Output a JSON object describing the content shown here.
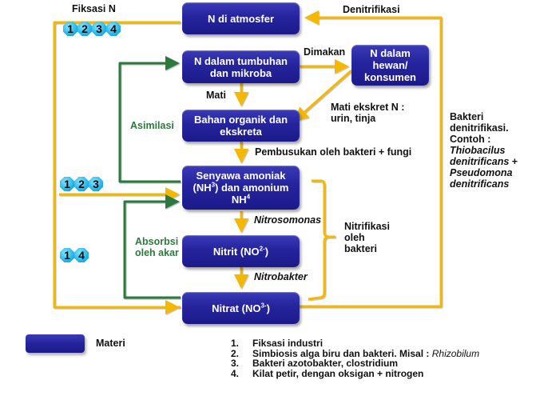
{
  "colors": {
    "box": "#25249c",
    "flow": "#f5b800",
    "assimilation": "#2c7a3c",
    "badge": "#2bb9ea"
  },
  "boxes": {
    "atmosphere": "N di atmosfer",
    "plants": "N dalam tumbuhan dan mikroba",
    "animals": "N dalam hewan/ konsumen",
    "organic": "Bahan organik dan ekskreta",
    "ammonia_line1": "Senyawa amoniak",
    "ammonia_line2a": "(NH",
    "ammonia_sup1": "3",
    "ammonia_line2b": ") dan amonium",
    "ammonia_line3": "NH",
    "ammonia_sup2": "4",
    "nitrite": "Nitrit (NO",
    "nitrite_sup": "2-",
    "nitrate": "Nitrat (NO",
    "nitrate_sup": "3-",
    "close_paren": ")"
  },
  "labels": {
    "fiksasi": "Fiksasi N",
    "denitrifikasi": "Denitrifikasi",
    "dimakan": "Dimakan",
    "mati": "Mati",
    "mati_ekskret": "Mati ekskret N : urin, tinja",
    "asimilasi": "Asimilasi",
    "pembusukan": "Pembusukan oleh bakteri + fungi",
    "nitrosomonas": "Nitrosomonas",
    "nitrobakter": "Nitrobakter",
    "absorbsi": "Absorbsi oleh akar",
    "nitrifikasi": "Nitrifikasi oleh bakteri",
    "denit_bacteria_1": "Bakteri denitrifikasi. Contoh :",
    "denit_bacteria_2": "Thiobacilus denitrificans",
    "denit_bacteria_plus": " +",
    "denit_bacteria_3": "Pseudomona denitrificans"
  },
  "badge_groups": {
    "top": [
      "1",
      "2",
      "3",
      "4"
    ],
    "middle": [
      "1",
      "2",
      "3"
    ],
    "bottom": [
      "1",
      "4"
    ]
  },
  "legend": {
    "label": "Materi",
    "notes": [
      {
        "num": "1.",
        "text": "Fiksasi industri",
        "italic": ""
      },
      {
        "num": "2.",
        "text": "Simbiosis alga biru dan bakteri. Misal : ",
        "italic": "Rhizobilum"
      },
      {
        "num": "3.",
        "text": "Bakteri azotobakter, clostridium",
        "italic": ""
      },
      {
        "num": "4.",
        "text": "Kilat petir, dengan oksigan + nitrogen",
        "italic": ""
      }
    ]
  }
}
